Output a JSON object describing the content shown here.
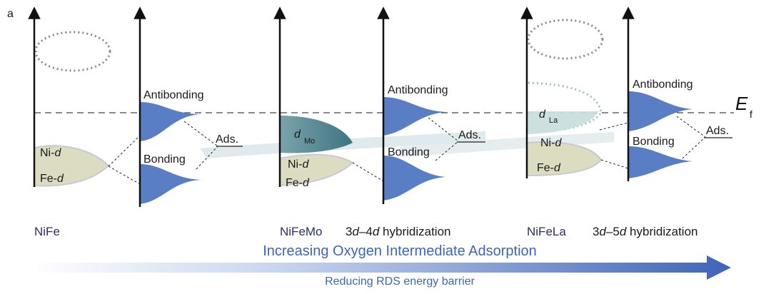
{
  "panel_label": "a",
  "fermi": {
    "main": "E",
    "sub": "f"
  },
  "systems": [
    {
      "name": "NiFe",
      "hybrid": {
        "p1": "",
        "i1": "",
        "p2": "",
        "i2": "",
        "p3": ""
      }
    },
    {
      "name": "NiFeMo",
      "hybrid": {
        "p1": "3",
        "i1": "d",
        "p2": "–4",
        "i2": "d",
        "p3": " hybridization"
      }
    },
    {
      "name": "NiFeLa",
      "hybrid": {
        "p1": "3",
        "i1": "d",
        "p2": "–5",
        "i2": "d",
        "p3": " hybridization"
      }
    }
  ],
  "orbitals": {
    "ni": {
      "el": "Ni-",
      "orb": "d"
    },
    "fe": {
      "el": "Fe-",
      "orb": "d"
    },
    "mo": {
      "d": "d",
      "sub": "Mo"
    },
    "la": {
      "d": "d",
      "sub": "La"
    }
  },
  "bands": {
    "antibonding": "Antibonding",
    "bonding": "Bonding",
    "ads": "Ads."
  },
  "trend": {
    "adsorption": "Increasing Oxygen Intermediate Adsorption",
    "barrier": "Reducing RDS energy barrier"
  },
  "colors": {
    "axis": "#111111",
    "band_blue": "#5a7ec4",
    "olive": "#dcdcc0",
    "mo_teal": "#4a7f8c",
    "la_teal": "#c9dede",
    "bridge": "#dbe5e8",
    "trend_text": "#3d66b8",
    "dotted": "#888888"
  }
}
